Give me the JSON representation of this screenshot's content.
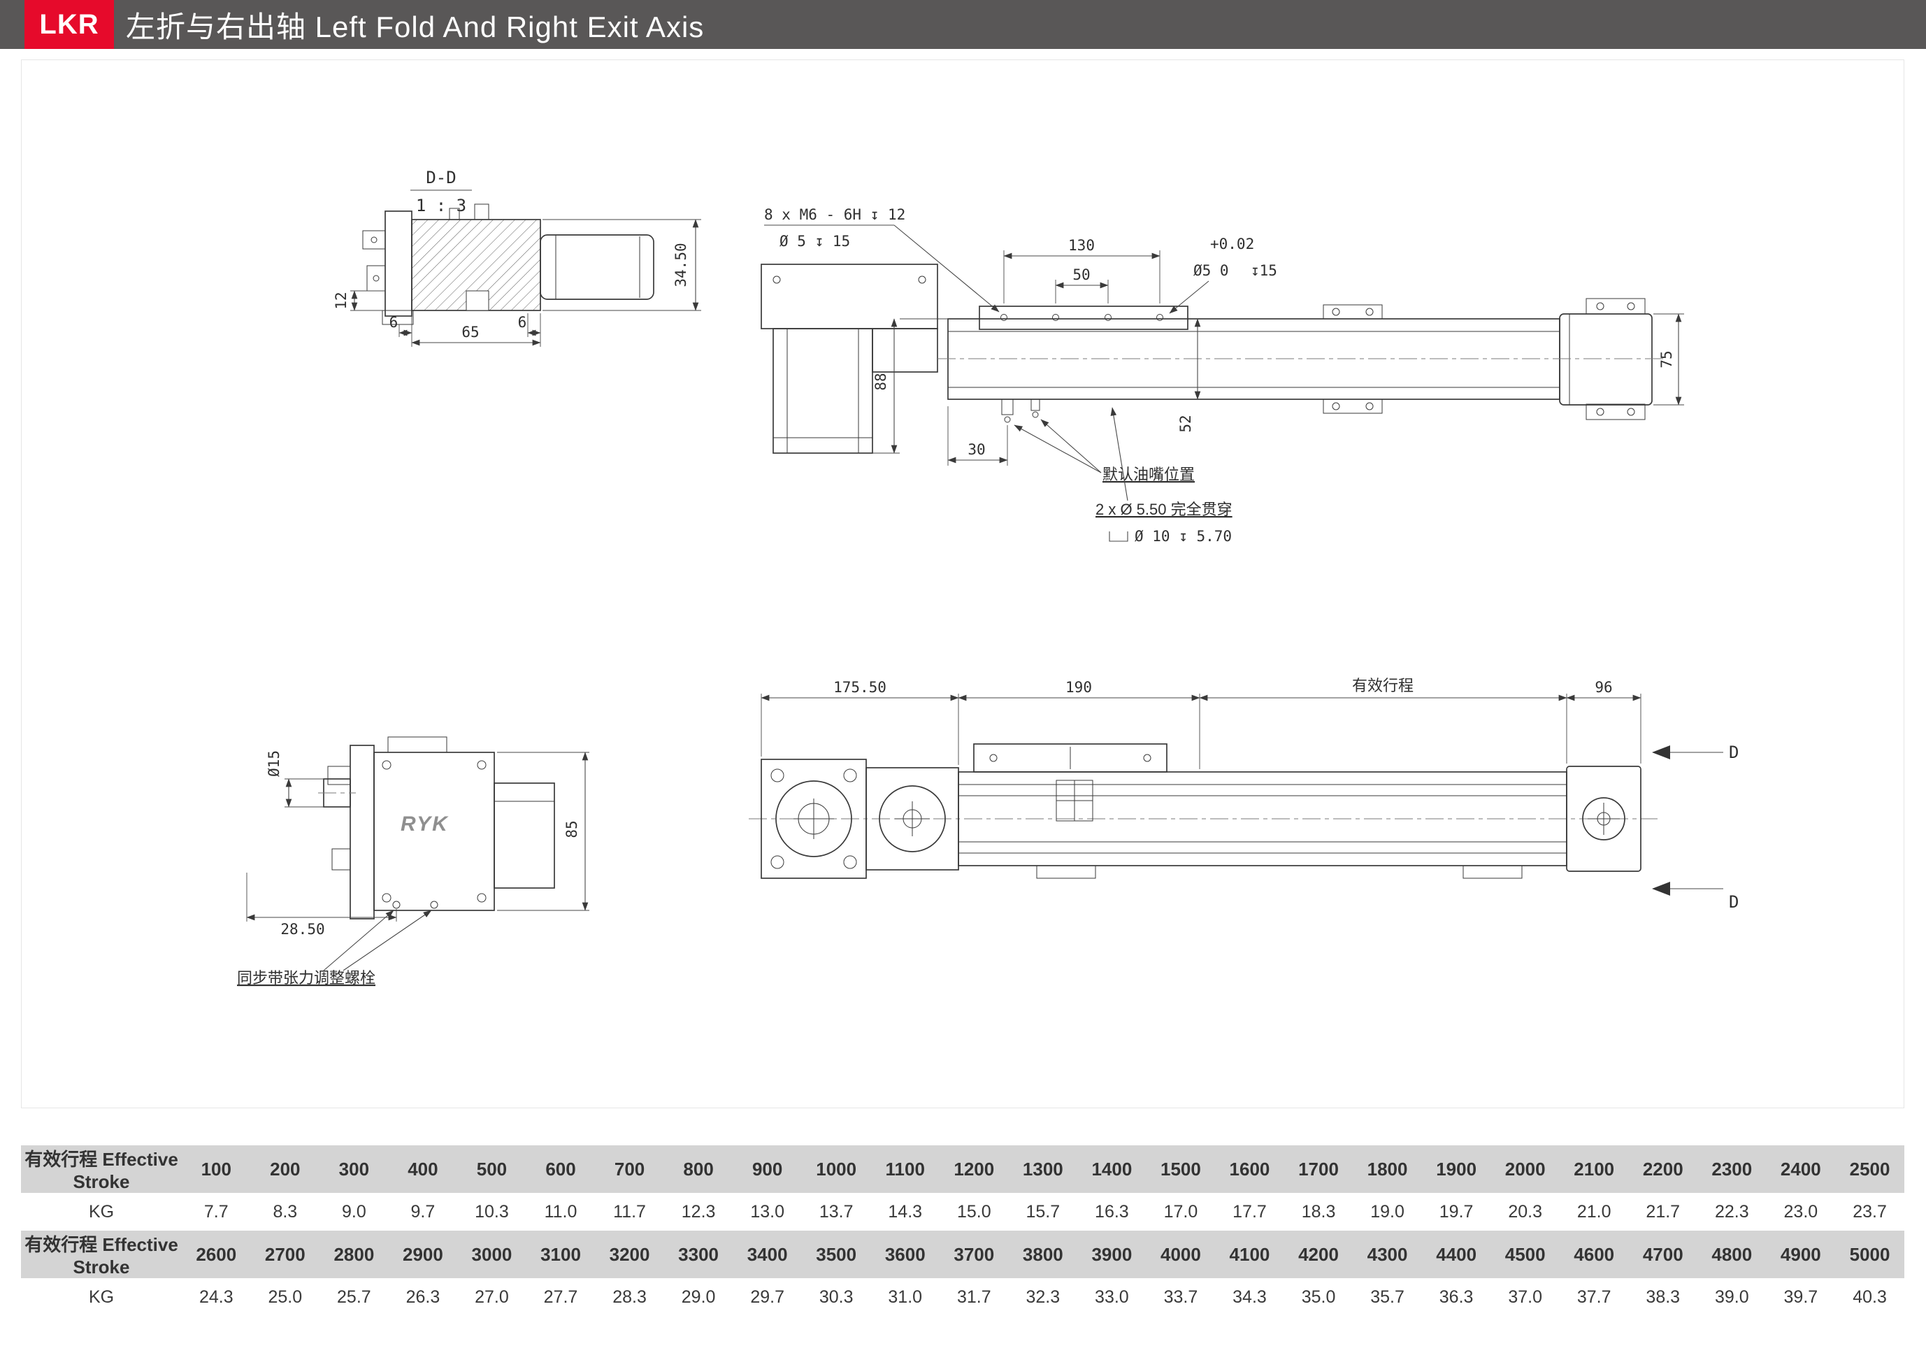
{
  "header": {
    "model": "LKR",
    "title": "左折与右出轴 Left Fold And Right Exit Axis"
  },
  "colors": {
    "accent": "#e60a2b",
    "bar": "#595757",
    "thead": "#d4d4d4"
  },
  "drawing": {
    "section": {
      "label": "D-D",
      "scale": "1 : 3"
    },
    "section_dims": {
      "height": "34.50",
      "d12": "12",
      "d6_left": "6",
      "d65": "65",
      "d6_right": "6"
    },
    "side": {
      "callout_m6": "8 x M6 - 6H ↧ 12",
      "callout_o5": "Ø 5 ↧ 15",
      "dim_130": "130",
      "dim_50": "50",
      "tol_plus": "+0.02",
      "tol_base": "Ø5 0",
      "tol_depth": "↧15",
      "dim_88": "88",
      "dim_52": "52",
      "dim_75": "75",
      "dim_30": "30",
      "note_oil": "默认油嘴位置",
      "note_through": "2 x Ø 5.50 完全贯穿",
      "note_cbore": "Ø 10 ↧ 5.70"
    },
    "plan": {
      "dim_175": "175.50",
      "dim_190": "190",
      "stroke_label": "有效行程",
      "dim_96": "96",
      "section_marker": "D"
    },
    "end": {
      "dia_15": "Ø15",
      "dim_2850": "28.50",
      "dim_85": "85",
      "logo": "RYK",
      "note_belt": "同步带张力调整螺栓"
    }
  },
  "tables": [
    {
      "header_label": "有效行程 Effective Stroke",
      "row_label": "KG",
      "strokes": [
        "100",
        "200",
        "300",
        "400",
        "500",
        "600",
        "700",
        "800",
        "900",
        "1000",
        "1100",
        "1200",
        "1300",
        "1400",
        "1500",
        "1600",
        "1700",
        "1800",
        "1900",
        "2000",
        "2100",
        "2200",
        "2300",
        "2400",
        "2500"
      ],
      "weights": [
        "7.7",
        "8.3",
        "9.0",
        "9.7",
        "10.3",
        "11.0",
        "11.7",
        "12.3",
        "13.0",
        "13.7",
        "14.3",
        "15.0",
        "15.7",
        "16.3",
        "17.0",
        "17.7",
        "18.3",
        "19.0",
        "19.7",
        "20.3",
        "21.0",
        "21.7",
        "22.3",
        "23.0",
        "23.7"
      ]
    },
    {
      "header_label": "有效行程 Effective Stroke",
      "row_label": "KG",
      "strokes": [
        "2600",
        "2700",
        "2800",
        "2900",
        "3000",
        "3100",
        "3200",
        "3300",
        "3400",
        "3500",
        "3600",
        "3700",
        "3800",
        "3900",
        "4000",
        "4100",
        "4200",
        "4300",
        "4400",
        "4500",
        "4600",
        "4700",
        "4800",
        "4900",
        "5000"
      ],
      "weights": [
        "24.3",
        "25.0",
        "25.7",
        "26.3",
        "27.0",
        "27.7",
        "28.3",
        "29.0",
        "29.7",
        "30.3",
        "31.0",
        "31.7",
        "32.3",
        "33.0",
        "33.7",
        "34.3",
        "35.0",
        "35.7",
        "36.3",
        "37.0",
        "37.7",
        "38.3",
        "39.0",
        "39.7",
        "40.3"
      ]
    }
  ]
}
